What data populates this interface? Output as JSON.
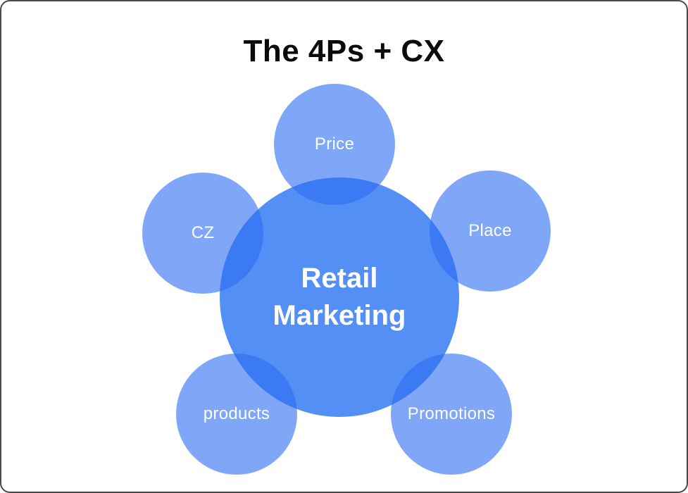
{
  "page": {
    "title": "The 4Ps + CX"
  },
  "diagram": {
    "center": {
      "label": "Retail\nMarketing"
    },
    "satellites": [
      {
        "id": "price",
        "label": "Price"
      },
      {
        "id": "place",
        "label": "Place"
      },
      {
        "id": "cz",
        "label": "CZ"
      },
      {
        "id": "products",
        "label": "products"
      },
      {
        "id": "promotions",
        "label": "Promotions"
      }
    ]
  },
  "theme": {
    "background": "#FFFFFF",
    "border_color": "#4A4A4A",
    "title_color": "#0A0A0A",
    "center_fill": "#538FF4",
    "satellite_fill": "rgba(45,110,242,0.61)",
    "label_color": "#FFFFFF"
  }
}
